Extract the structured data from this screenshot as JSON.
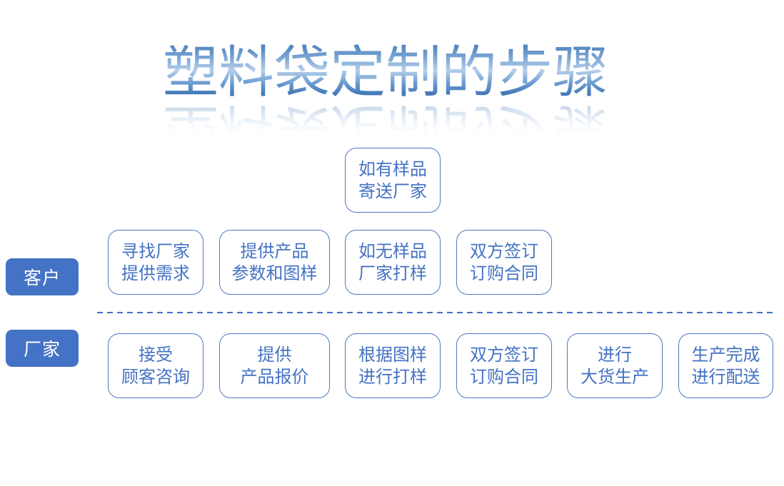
{
  "title": "塑料袋定制的步骤",
  "colors": {
    "accent": "#4472C4",
    "box_border": "#4D79C3",
    "box_text": "#4472C4",
    "lane_label_bg": "#4472C4",
    "lane_label_text": "#FFFFFF",
    "title_gradient_top": "#4B80BD",
    "title_gradient_middle": "#B6CFEB",
    "title_gradient_bottom": "#2D67AA"
  },
  "top_box": {
    "line1": "如有样品",
    "line2": "寄送厂家"
  },
  "lanes": {
    "customer": {
      "label": "客户",
      "steps": [
        {
          "line1": "寻找厂家",
          "line2": "提供需求"
        },
        {
          "line1": "提供产品",
          "line2": "参数和图样"
        },
        {
          "line1": "如无样品",
          "line2": "厂家打样"
        },
        {
          "line1": "双方签订",
          "line2": "订购合同"
        }
      ]
    },
    "factory": {
      "label": "厂家",
      "steps": [
        {
          "line1": "接受",
          "line2": "顾客咨询"
        },
        {
          "line1": "提供",
          "line2": "产品报价"
        },
        {
          "line1": "根据图样",
          "line2": "进行打样"
        },
        {
          "line1": "双方签订",
          "line2": "订购合同"
        },
        {
          "line1": "进行",
          "line2": "大货生产"
        },
        {
          "line1": "生产完成",
          "line2": "进行配送"
        }
      ]
    }
  }
}
